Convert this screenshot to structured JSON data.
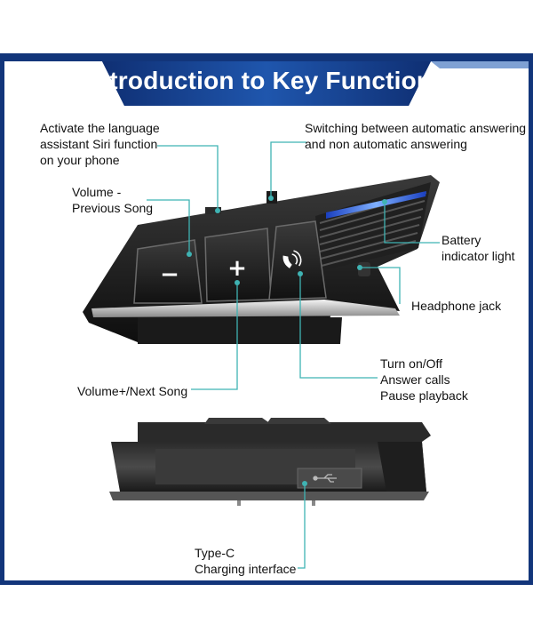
{
  "banner": {
    "title": "Introduction to Key Functions",
    "color": "#1a4a99"
  },
  "labels": {
    "siri": [
      "Activate the language",
      "assistant Siri function",
      "on your phone"
    ],
    "auto_answer": [
      "Switching between automatic answering",
      "and non automatic answering"
    ],
    "volume_down": [
      "Volume -",
      "Previous Song"
    ],
    "battery": [
      "Battery",
      "indicator light"
    ],
    "headphone": [
      "Headphone jack"
    ],
    "power": [
      "Turn on/Off",
      "Answer calls",
      "Pause playback"
    ],
    "volume_up": [
      "Volume+/Next Song"
    ],
    "typec": [
      "Type-C",
      "Charging interface"
    ]
  },
  "buttons": {
    "minus": "−",
    "plus": "+",
    "phone": "phone-icon"
  },
  "colors": {
    "leader": "#3fb3b3",
    "frame": "#12357a",
    "device": "#1c1c1c",
    "led": "#2f6dff"
  }
}
